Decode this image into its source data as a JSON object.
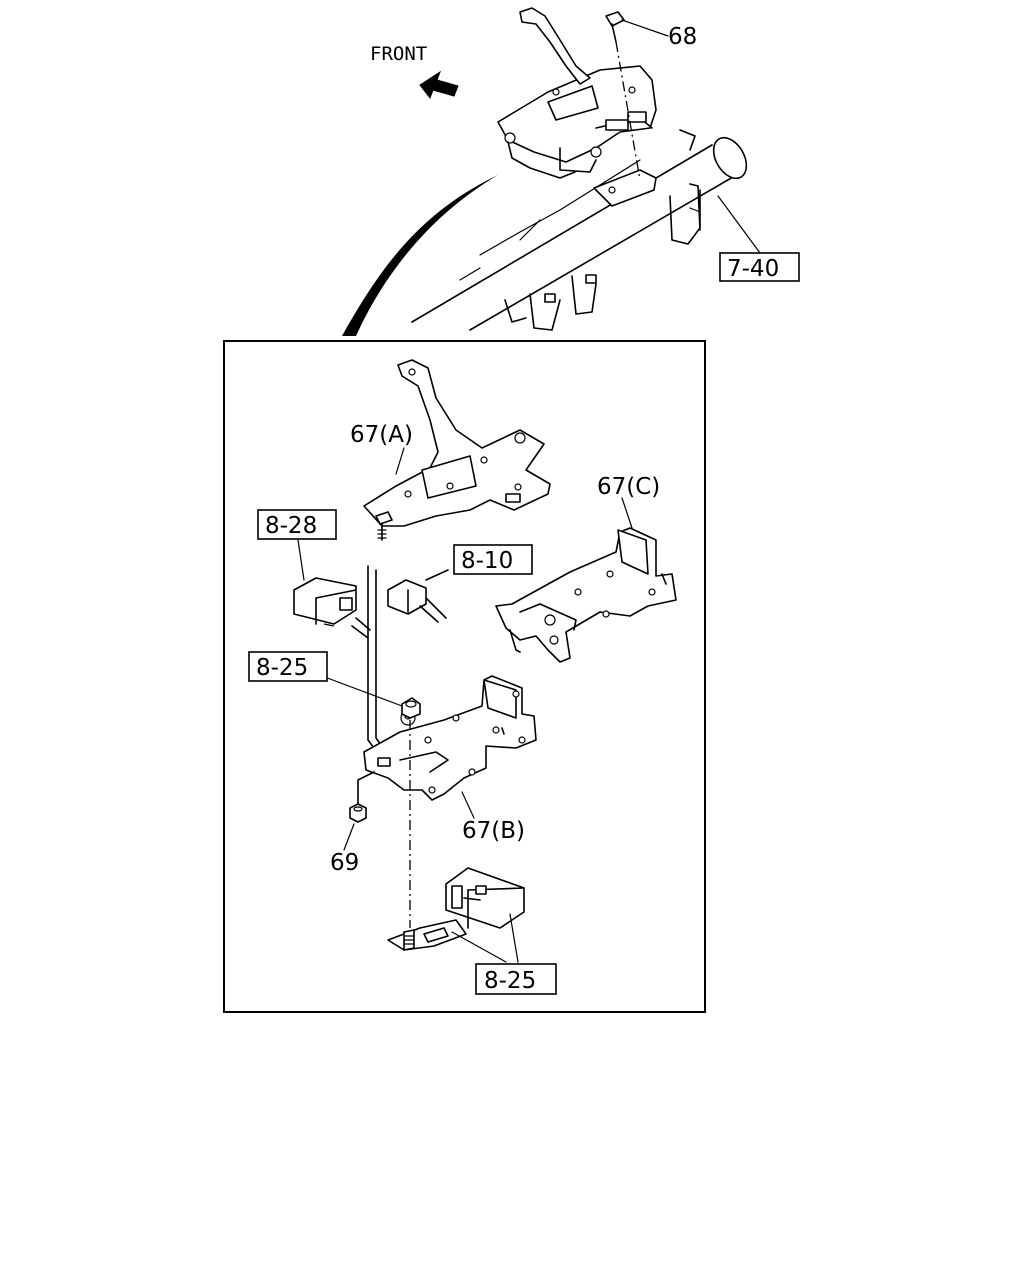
{
  "orientation": {
    "label": "FRONT"
  },
  "callouts": {
    "bolt_68": "68",
    "cross_member_ref": "7-40",
    "bracket_a": "67(A)",
    "bracket_b": "67(B)",
    "bracket_c": "67(C)",
    "relay_ref_top": "8-28",
    "connector_ref": "8-10",
    "nut_ref": "8-25",
    "nut_69": "69",
    "relay_ref_bottom": "8-25"
  }
}
